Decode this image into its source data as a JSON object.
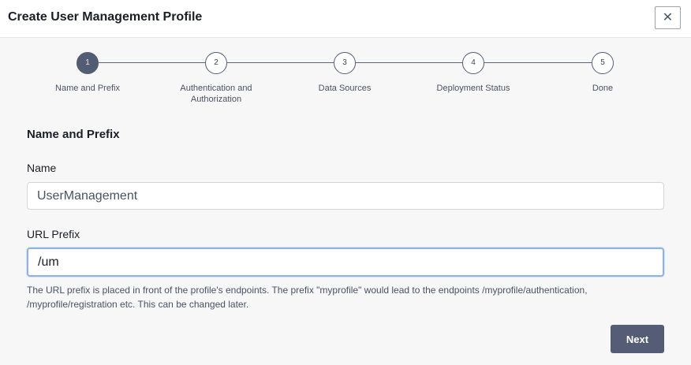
{
  "dialog": {
    "title": "Create User Management Profile",
    "close_icon": "close-icon",
    "close_glyph": "✕"
  },
  "stepper": {
    "steps": [
      {
        "number": "1",
        "label": "Name and Prefix",
        "active": true
      },
      {
        "number": "2",
        "label": "Authentication and Authorization",
        "active": false
      },
      {
        "number": "3",
        "label": "Data Sources",
        "active": false
      },
      {
        "number": "4",
        "label": "Deployment Status",
        "active": false
      },
      {
        "number": "5",
        "label": "Done",
        "active": false
      }
    ]
  },
  "form": {
    "section_title": "Name and Prefix",
    "name_label": "Name",
    "name_value": "UserManagement",
    "prefix_label": "URL Prefix",
    "prefix_value": "/um",
    "help_text": "The URL prefix is placed in front of the profile's endpoints. The prefix \"myprofile\" would lead to the endpoints /myprofile/authentication, /myprofile/registration etc. This can be changed later."
  },
  "footer": {
    "next_label": "Next"
  },
  "colors": {
    "accent": "#545d75",
    "focus_ring": "#8fb4e3"
  }
}
